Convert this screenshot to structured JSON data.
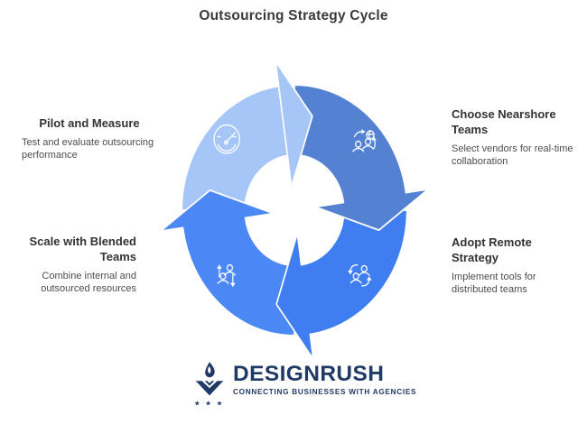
{
  "title": "Outsourcing Strategy Cycle",
  "cycle": {
    "direction": "clockwise",
    "segments": [
      {
        "id": "pilot-and-measure",
        "label": "Pilot and Measure",
        "description": "Test and evaluate outsourcing performance",
        "color": "#A5C6F7",
        "icon": "gauge-icon"
      },
      {
        "id": "choose-nearshore-teams",
        "label": "Choose Nearshore Teams",
        "description": "Select vendors for real-time collaboration",
        "color": "#5581D2",
        "icon": "team-exchange-icon"
      },
      {
        "id": "adopt-remote-strategy",
        "label": "Adopt Remote Strategy",
        "description": "Implement tools for distributed teams",
        "color": "#3F7EF0",
        "icon": "remote-team-icon"
      },
      {
        "id": "scale-with-blended-teams",
        "label": "Scale with Blended Teams",
        "description": "Combine internal and outsourced resources",
        "color": "#4B87F5",
        "icon": "scale-team-icon"
      }
    ]
  },
  "brand": {
    "name": "DESIGNRUSH",
    "tagline": "CONNECTING BUSINESSES WITH AGENCIES",
    "color": "#203A66",
    "mark": "torch-v-stars-logo-icon"
  }
}
